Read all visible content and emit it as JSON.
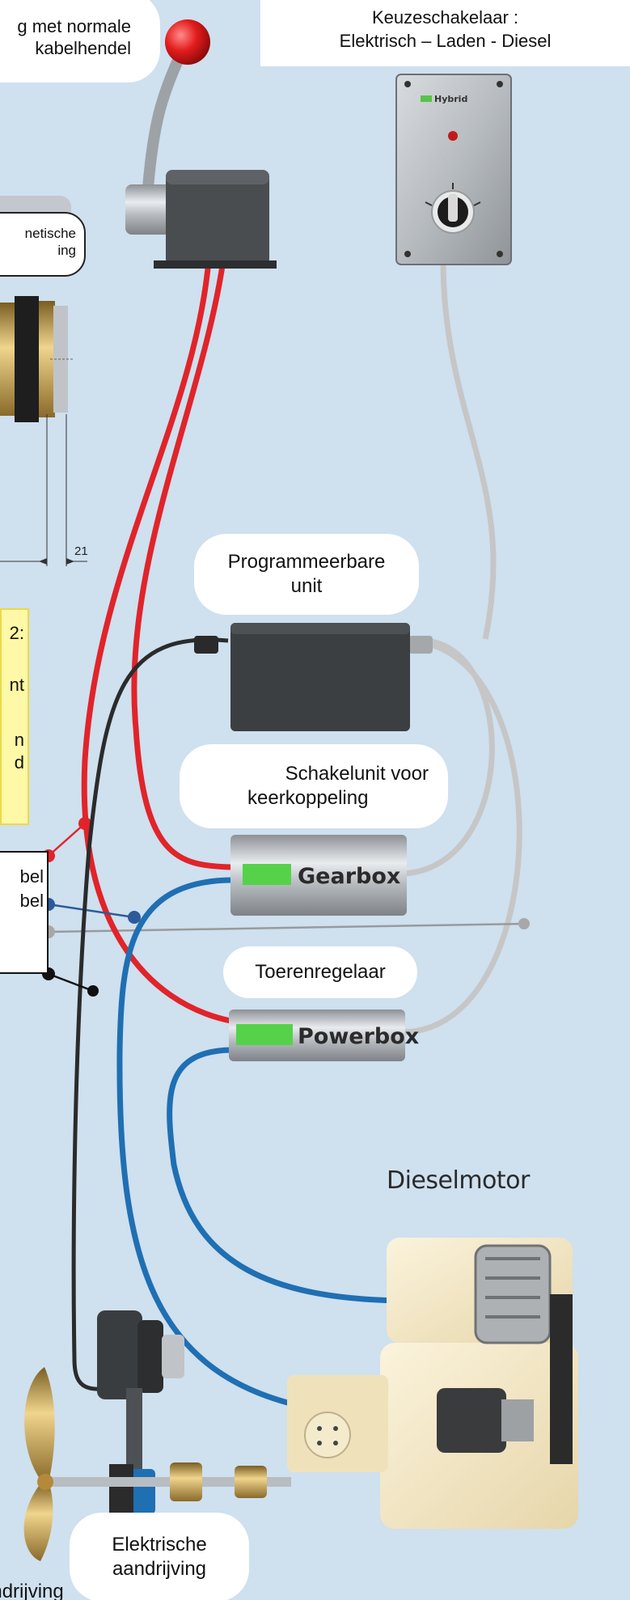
{
  "header": {
    "line1": "Keuzeschakelaar :",
    "line2": "Elektrisch – Laden - Diesel"
  },
  "lever_bubble": {
    "line1": "g met normale",
    "line2": "kabelhendel"
  },
  "magnetic_bubble": {
    "line1": "netische",
    "line2": "ing"
  },
  "switch_panel": {
    "brand_label": "Hybrid"
  },
  "dimension": {
    "value": "21"
  },
  "programmable_unit": {
    "line1": "Programmeerbare",
    "line2": "unit"
  },
  "note_box": {
    "line1": "2:",
    "line2": "nt",
    "line3": "n",
    "line4": "d"
  },
  "switch_unit": {
    "line1": "Schakelunit voor",
    "line2": "keerkoppeling"
  },
  "legend": {
    "line1": "bel",
    "line2": "bel"
  },
  "gearbox": {
    "label": "Gearbox"
  },
  "speed_controller": {
    "label": "Toerenregelaar"
  },
  "powerbox": {
    "label": "Powerbox"
  },
  "diesel_engine": {
    "label": "Dieselmotor"
  },
  "electric_drive": {
    "line1": "Elektrische",
    "line2": "aandrijving"
  },
  "footer": {
    "clipped": "andrijving"
  },
  "colors": {
    "background": "#cfe0ef",
    "red_cable": "#e0242a",
    "blue_cable": "#1f6fb3",
    "grey_cable": "#c6c6c6",
    "black_cable": "#2b2b2b",
    "note_fill": "#fff8a6",
    "box_green": "#55d24a"
  }
}
